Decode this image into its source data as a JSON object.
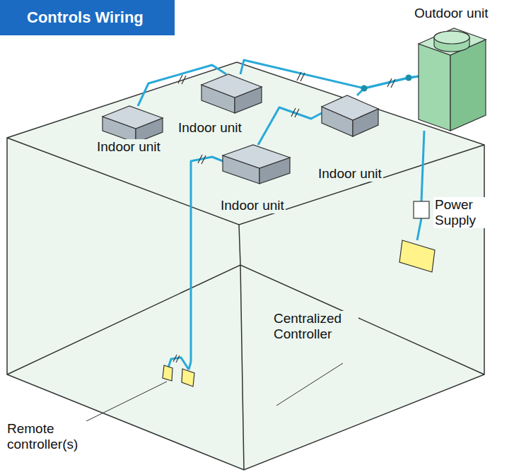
{
  "diagram": {
    "title": "Controls Wiring",
    "nodes": [
      {
        "text": [
          "Outdoor unit"
        ]
      },
      {
        "text": [
          "Indoor unit"
        ]
      },
      {
        "text": [
          "Indoor unit"
        ]
      },
      {
        "text": [
          "Indoor unit"
        ]
      },
      {
        "text": [
          "Indoor unit"
        ]
      },
      {
        "text": [
          "Power Supply"
        ]
      },
      {
        "text": [
          "Centralized Controller"
        ]
      },
      {
        "text": [
          "Remote controller(s)"
        ]
      }
    ],
    "edges": [
      {
        "from": 2,
        "to": 1,
        "arrow": "none"
      },
      {
        "from": 1,
        "to": 0,
        "arrow": "none"
      },
      {
        "from": 3,
        "to": 0,
        "arrow": "none"
      },
      {
        "from": 4,
        "to": 3,
        "arrow": "none"
      },
      {
        "from": 7,
        "to": 4,
        "arrow": "none"
      },
      {
        "from": 0,
        "to": 5,
        "arrow": "none"
      },
      {
        "from": 5,
        "to": 6,
        "arrow": "none"
      }
    ]
  }
}
